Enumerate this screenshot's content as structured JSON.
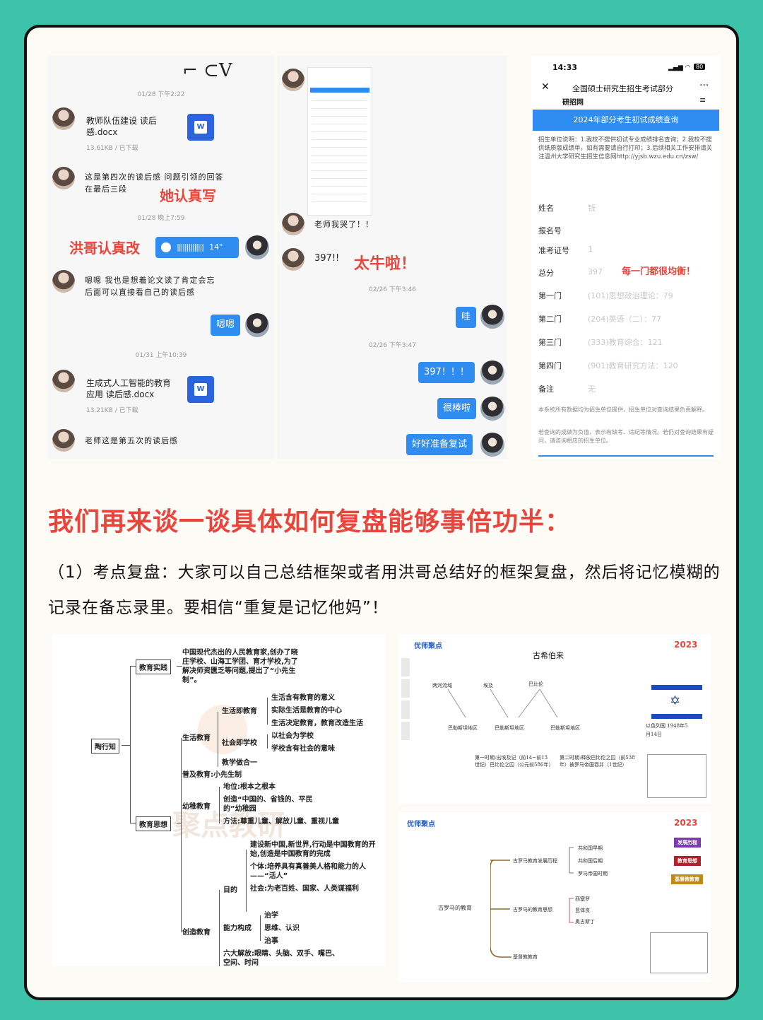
{
  "chat1": {
    "ts1": "01/28 下午2:22",
    "file1_name": "教师队伍建设 读后感.docx",
    "file1_meta": "13.61KB / 已下载",
    "msg1": "这是第四次的读后感 问题引领的回答在最后三段",
    "red1": "她认真写",
    "ts2": "01/28 晚上7:59",
    "red2": "洪哥认真改",
    "voice_len": "14\"",
    "msg2": "嗯嗯 我也是想着论文读了肯定会忘 后面可以直接看自己的读后感",
    "reply1": "嗯嗯",
    "ts3": "01/31 上午10:39",
    "file2_name": "生成式人工智能的教育 应用 读后感.docx",
    "file2_meta": "13.21KB / 已下载",
    "msg3": "老师这是第五次的读后感",
    "icon_word": "W"
  },
  "chat2": {
    "msg1": "老师我哭了！！",
    "msg2": "397!!",
    "red1": "太牛啦！",
    "ts1": "02/26 下午3:46",
    "reply1": "哇",
    "ts2": "02/26 下午3:47",
    "reply2": "397！！！",
    "reply3": "很棒啦",
    "reply4": "好好准备复试"
  },
  "phone": {
    "time": "14:33",
    "battery": "80",
    "title": "全国硕士研究生招生考试部分",
    "subtitle": "研招网",
    "banner": "2024年部分考生初试成绩查询",
    "notice": "招生单位说明：1.我校不提供初试专业成绩排名查询；2.我校不提供纸质版成绩单，如有需要请自行打印；3.后续相关工作安排请关注温州大学研究生招生信息网http://yjsb.wzu.edu.cn/zsw/",
    "rows": [
      {
        "label": "姓名",
        "value": "钱"
      },
      {
        "label": "报名号",
        "value": ""
      },
      {
        "label": "准考证号",
        "value": "1"
      },
      {
        "label": "总分",
        "value": "397"
      },
      {
        "label": "第一门",
        "value": "(101)思想政治理论：79"
      },
      {
        "label": "第二门",
        "value": "(204)英语（二）：77"
      },
      {
        "label": "第三门",
        "value": "(333)教育综合：121"
      },
      {
        "label": "第四门",
        "value": "(901)教育研究方法：120"
      },
      {
        "label": "备注",
        "value": "无"
      }
    ],
    "red_note": "每一门都很均衡！",
    "footer1": "本系统所有数据均为招生单位提供，招生单位对查询结果负责解释。",
    "footer2": "若查询的成绩为负值，表示有缺考、违纪等情况。若仍对查询结果有疑问，请咨询相应的招生单位。"
  },
  "heading": "我们再来谈一谈具体如何复盘能够事倍功半：",
  "paragraph": "（1）考点复盘：大家可以自己总结框架或者用洪哥总结好的框架复盘，然后将记忆模糊的记录在备忘录里。要相信“重复是记忆他妈”！",
  "mindmap": {
    "root": "陶行知",
    "practice": "教育实践",
    "practice_text": "中国现代杰出的人民教育家,创办了晓庄学校、山海工学团、育才学校,为了解决师资匮乏等问题,提出了“小先生制”。",
    "thought": "教育思想",
    "life_edu": "生活教育",
    "life_is_edu": "生活即教育",
    "life_items": [
      "生活含有教育的意义",
      "实际生活是教育的中心",
      "生活决定教育，教育改造生活"
    ],
    "society_school": "社会即学校",
    "society_items": [
      "以社会为学校",
      "学校含有社会的意味"
    ],
    "teach_do": "教学做合一",
    "universal": "普及教育:小先生制",
    "kindergarten": "幼稚教育",
    "kg_items": [
      "地位:根本之根本",
      "创造“中国的、省钱的、平民的”幼稚园",
      "方法:尊重儿童、解放儿童、重视儿童"
    ],
    "creative": "创造教育",
    "goal": "目的",
    "goal_items": [
      "建设新中国,新世界,行动是中国教育的开始,创造是中国教育的完成",
      "个体:培养具有真善美人格和能力的人——“活人”",
      "社会:为老百姓、国家、人类谋福利"
    ],
    "ability": "能力构成",
    "ability_items": [
      "治学",
      "思维、认识",
      "治事"
    ],
    "liberation": "六大解放:眼睛、头脑、双手、嘴巴、空间、时间",
    "watermark": "聚点教研"
  },
  "hebrew": {
    "brand": "优师聚点",
    "title": "古希伯来",
    "badge": "2023",
    "labels": [
      "两河流域",
      "埃及",
      "巴比伦",
      "巴勒斯坦地区",
      "巴勒斯坦地区",
      "巴勒斯坦地区"
    ],
    "periods": [
      "第一时期:出埃及记（前14~前13世纪）巴比伦之囚（公元前586年）",
      "第二时期:释放巴比伦之囚（前538年）被罗马帝国吞并（1世纪）"
    ],
    "israel": "以色列国 1948年5月14日"
  },
  "rome": {
    "brand": "优师聚点",
    "badge": "2023",
    "center": "古罗马的教育",
    "branch1": "古罗马教育发展历程",
    "branch1_items": [
      "共和国早期",
      "共和国后期",
      "罗马帝国时期"
    ],
    "branch2": "古罗马的教育思想",
    "branch2_items": [
      "西塞罗",
      "昆体良",
      "奥古斯丁"
    ],
    "branch3": "基督教教育",
    "tags": [
      "发展历程",
      "教育思想",
      "基督教教育"
    ]
  },
  "colors": {
    "accent_red": "#e8463c",
    "bubble_blue": "#2f8cf0",
    "bg_teal": "#3cc3a9"
  }
}
